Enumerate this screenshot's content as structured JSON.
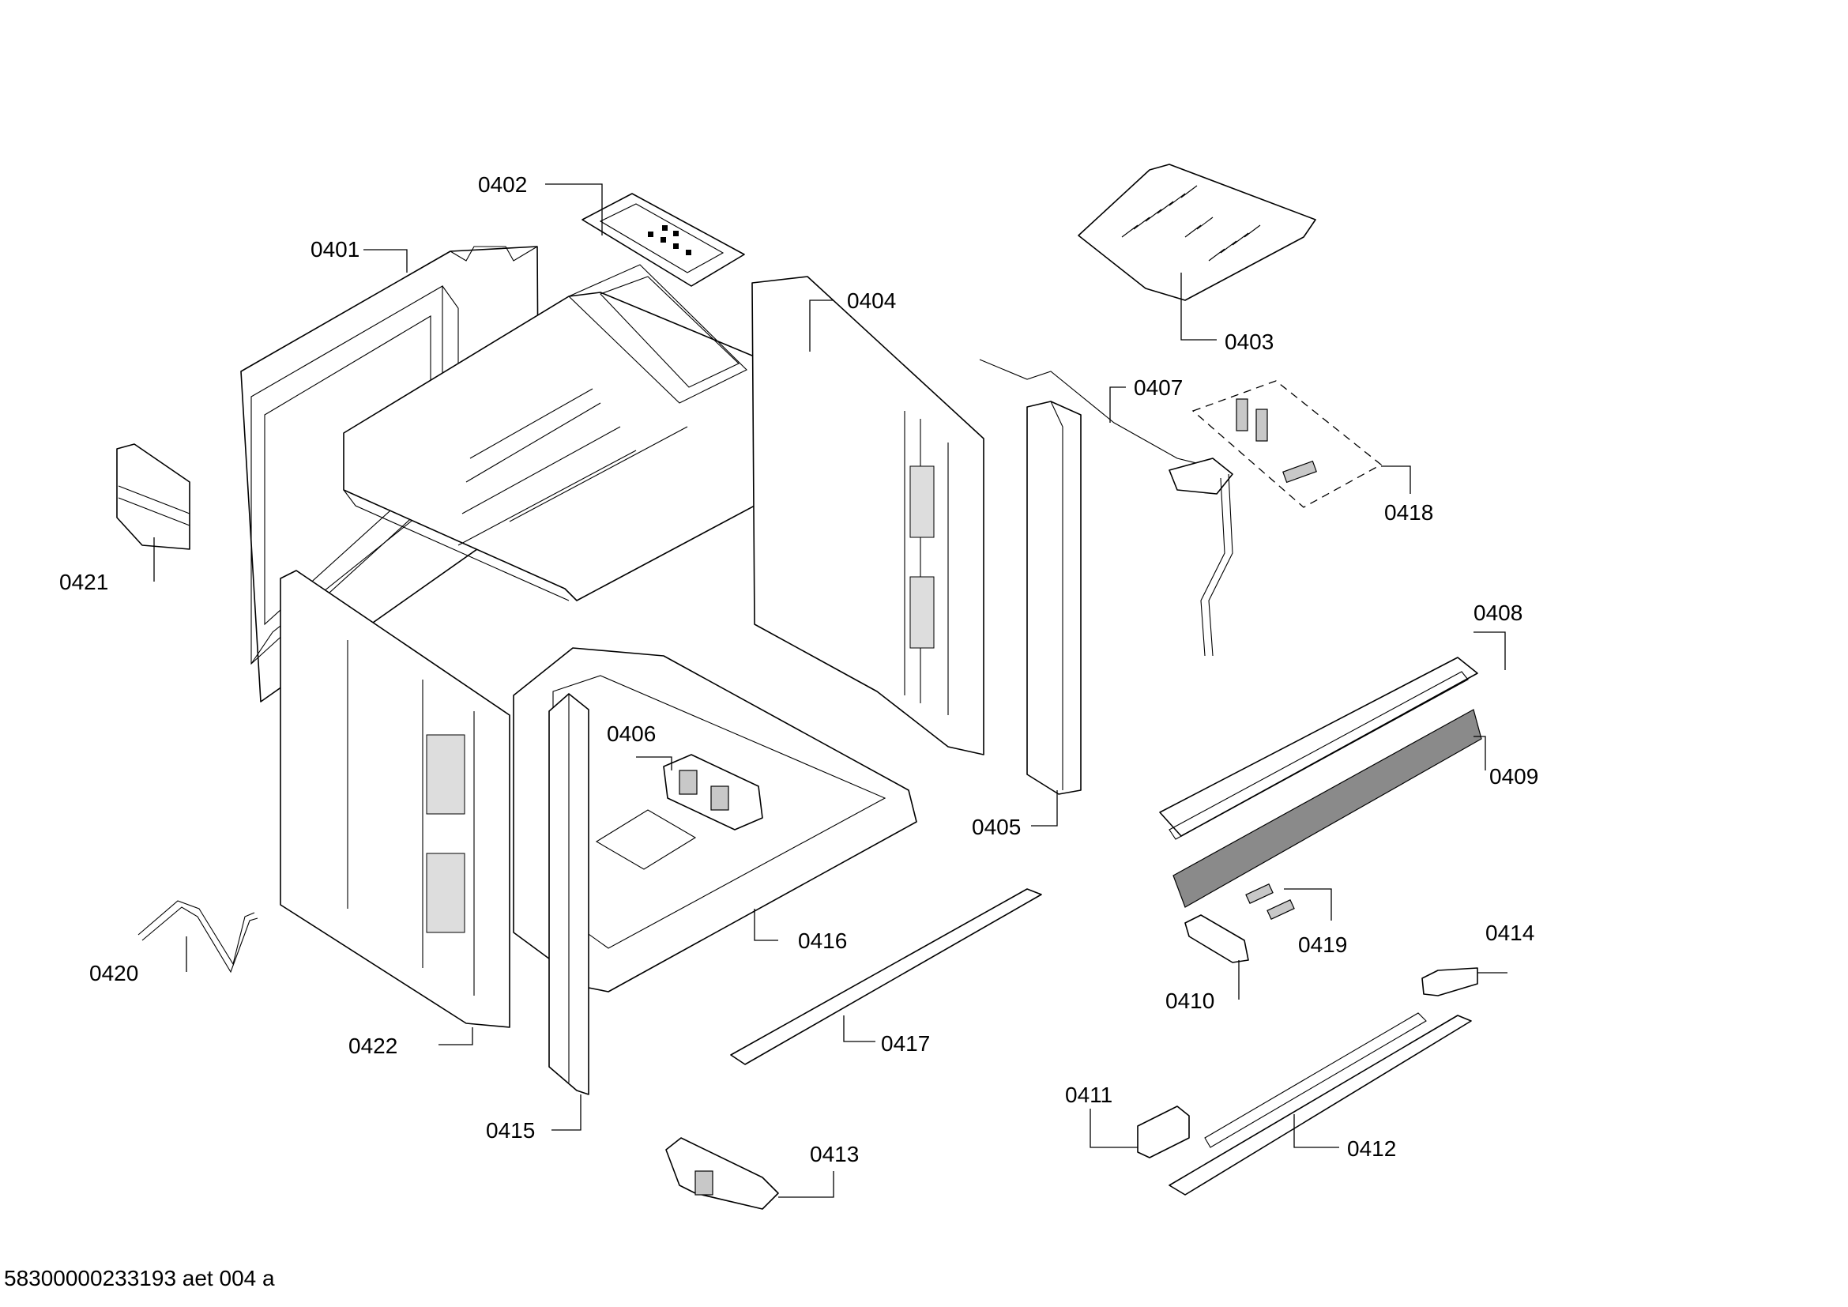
{
  "labels": {
    "p0401": "0401",
    "p0402": "0402",
    "p0403": "0403",
    "p0404": "0404",
    "p0405": "0405",
    "p0406": "0406",
    "p0407": "0407",
    "p0408": "0408",
    "p0409": "0409",
    "p0410": "0410",
    "p0411": "0411",
    "p0412": "0412",
    "p0413": "0413",
    "p0414": "0414",
    "p0415": "0415",
    "p0416": "0416",
    "p0417": "0417",
    "p0418": "0418",
    "p0419": "0419",
    "p0420": "0420",
    "p0421": "0421",
    "p0422": "0422"
  },
  "footer": {
    "code": "58300000233193 aet 004 a"
  }
}
